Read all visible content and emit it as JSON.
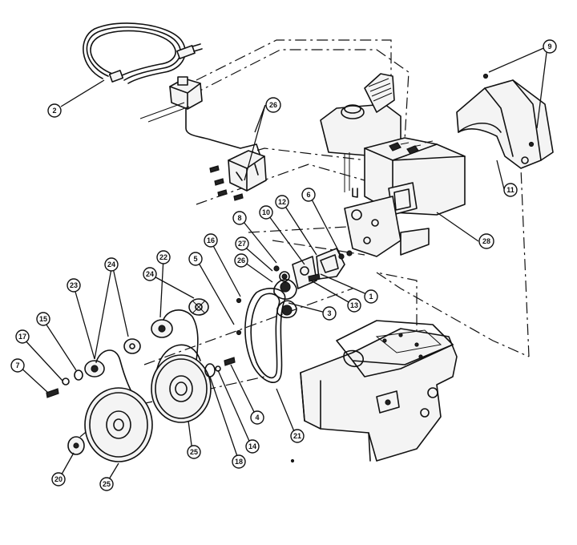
{
  "callouts": [
    {
      "id": "c2",
      "label": "2"
    },
    {
      "id": "c26a",
      "label": "26"
    },
    {
      "id": "c9",
      "label": "9"
    },
    {
      "id": "c11",
      "label": "11"
    },
    {
      "id": "c28",
      "label": "28"
    },
    {
      "id": "c6",
      "label": "6"
    },
    {
      "id": "c12",
      "label": "12"
    },
    {
      "id": "c10",
      "label": "10"
    },
    {
      "id": "c8",
      "label": "8"
    },
    {
      "id": "c16",
      "label": "16"
    },
    {
      "id": "c27",
      "label": "27"
    },
    {
      "id": "c26b",
      "label": "26"
    },
    {
      "id": "c5",
      "label": "5"
    },
    {
      "id": "c22",
      "label": "22"
    },
    {
      "id": "c24a",
      "label": "24"
    },
    {
      "id": "c24b",
      "label": "24"
    },
    {
      "id": "c23",
      "label": "23"
    },
    {
      "id": "c15",
      "label": "15"
    },
    {
      "id": "c17",
      "label": "17"
    },
    {
      "id": "c7",
      "label": "7"
    },
    {
      "id": "c1",
      "label": "1"
    },
    {
      "id": "c13",
      "label": "13"
    },
    {
      "id": "c3",
      "label": "3"
    },
    {
      "id": "c4",
      "label": "4"
    },
    {
      "id": "c21",
      "label": "21"
    },
    {
      "id": "c14",
      "label": "14"
    },
    {
      "id": "c18",
      "label": "18"
    },
    {
      "id": "c25a",
      "label": "25"
    },
    {
      "id": "c25b",
      "label": "25"
    },
    {
      "id": "c20",
      "label": "20"
    }
  ]
}
